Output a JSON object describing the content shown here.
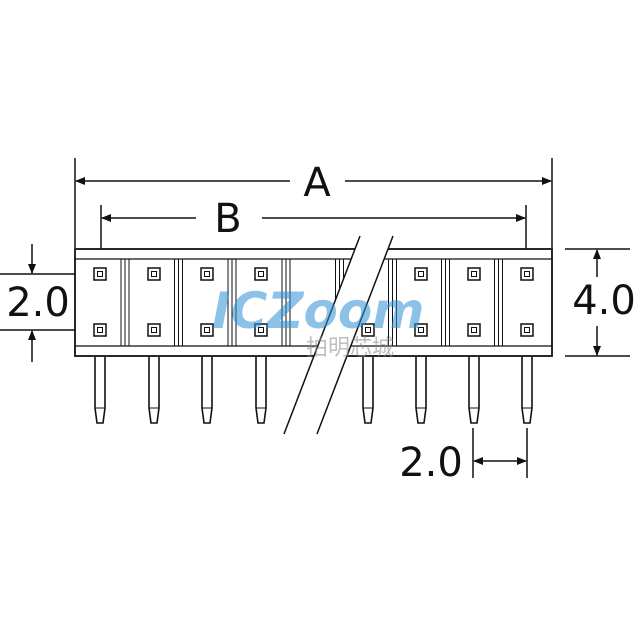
{
  "drawing": {
    "dimensions": {
      "overall_length": "A",
      "pin_span": "B",
      "row_pitch": "2.0",
      "body_height": "4.0",
      "pin_pitch": "2.0"
    },
    "rows": 2,
    "pins_per_row_visible": 8,
    "watermark": {
      "brand": "ICZoom",
      "chinese": "拍明芯城"
    },
    "colors": {
      "line": "#111111",
      "watermark_blue": "#2f8fd6",
      "watermark_orange": "#f0a040"
    }
  }
}
